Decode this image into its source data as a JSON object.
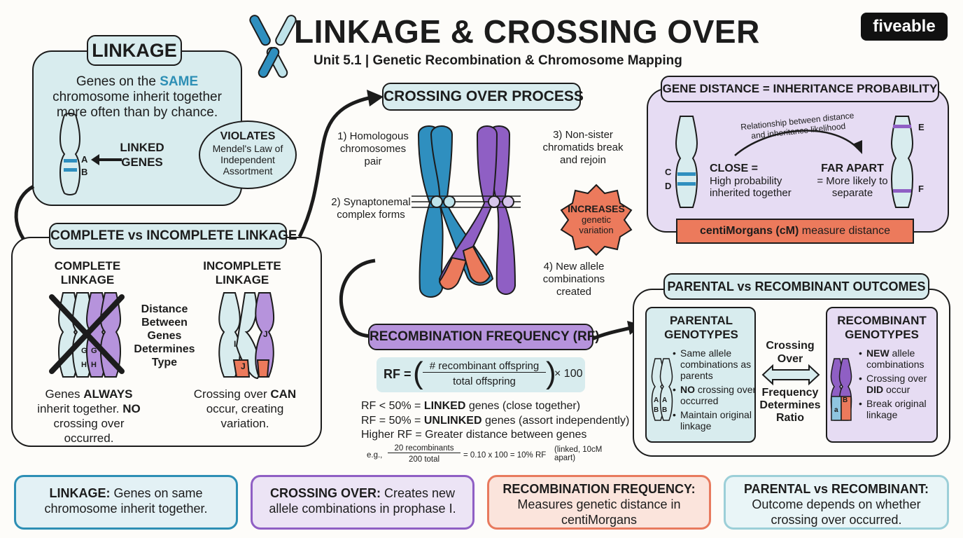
{
  "header": {
    "title": "LINKAGE & CROSSING OVER",
    "subtitle": "Unit 5.1 | Genetic Recombination & Chromosome Mapping",
    "brand": "fiveable"
  },
  "linkage": {
    "title": "LINKAGE",
    "text_before": "Genes on the ",
    "text_emph": "SAME",
    "text_after": " chromosome inherit together more often than by chance.",
    "gene_a": "A",
    "gene_b": "B",
    "linked_label": "LINKED GENES",
    "violates_title": "VIOLATES",
    "violates_text": "Mendel's Law of Independent Assortment"
  },
  "complete_incomplete": {
    "title": "COMPLETE vs INCOMPLETE LINKAGE",
    "complete_heading": "COMPLETE LINKAGE",
    "incomplete_heading": "INCOMPLETE LINKAGE",
    "middle_text": "Distance Between Genes Determines Type",
    "complete_genes": [
      "G",
      "H",
      "G",
      "H"
    ],
    "incomplete_genes": [
      "I",
      "J",
      "J"
    ],
    "complete_caption_1": "Genes ",
    "complete_caption_bold_1": "ALWAYS",
    "complete_caption_2": " inherit together. ",
    "complete_caption_bold_2": "NO",
    "complete_caption_3": " crossing over occurred.",
    "incomplete_caption_1": "Crossing over ",
    "incomplete_caption_bold": "CAN",
    "incomplete_caption_2": " occur, creating variation."
  },
  "crossing_over": {
    "title": "CROSSING OVER PROCESS",
    "step1": "1) Homologous chromosomes pair",
    "step2": "2) Synaptonemal complex forms",
    "step3": "3) Non-sister chromatids break and rejoin",
    "step4": "4) New allele combinations created",
    "badge_title": "INCREASES",
    "badge_text": "genetic variation"
  },
  "gene_distance": {
    "title": "GENE DISTANCE = INHERITANCE PROBABILITY",
    "arc_label": "Relationship between distance and inheritance likelihood",
    "close_title": "CLOSE =",
    "close_text": "High probability inherited together",
    "far_title": "FAR APART",
    "far_text": "= More likely to separate",
    "genes_left": [
      "C",
      "D"
    ],
    "genes_right": [
      "E",
      "F"
    ],
    "banner_bold": "centiMorgans (cM)",
    "banner_rest": " measure distance"
  },
  "rf": {
    "title": "RECOMBINATION FREQUENCY (RF)",
    "formula_lhs": "RF =",
    "formula_num": "# recombinant offspring",
    "formula_den": "total offspring",
    "formula_mult": "× 100",
    "line1_a": "RF < 50% = ",
    "line1_b": "LINKED",
    "line1_c": " genes (close together)",
    "line2_a": "RF = 50% = ",
    "line2_b": "UNLINKED",
    "line2_c": " genes (assort independently)",
    "line3": "Higher RF = Greater distance between genes",
    "eg_prefix": "e.g.,",
    "eg_num": "20 recombinants",
    "eg_den": "200 total",
    "eg_result": "= 0.10 x 100 = 10% RF",
    "eg_note": "(linked, 10cM apart)"
  },
  "outcomes": {
    "title": "PARENTAL vs RECOMBINANT OUTCOMES",
    "parental_title": "PARENTAL GENOTYPES",
    "parental_items": [
      {
        "bold": "",
        "text": "Same allele combinations as parents"
      },
      {
        "bold": "NO",
        "text": " crossing over occurred"
      },
      {
        "bold": "",
        "text": "Maintain original linkage"
      }
    ],
    "parental_genes": [
      "A",
      "B",
      "A",
      "B"
    ],
    "recombinant_title": "RECOMBINANT GENOTYPES",
    "recombinant_items": [
      {
        "bold": "NEW",
        "text": " allele combinations"
      },
      {
        "bold": "",
        "text": "Crossing over ",
        "bold2": "DID",
        "text2": " occur"
      },
      {
        "bold": "",
        "text": "Break original linkage"
      }
    ],
    "recombinant_genes": [
      "B",
      "a"
    ],
    "middle_top": "Crossing Over",
    "middle_bottom": "Frequency Determines Ratio"
  },
  "summary": [
    {
      "bold": "LINKAGE:",
      "text": " Genes on same chromosome inherit together.",
      "border": "#2d8fb5",
      "bg": "#e3f1f5"
    },
    {
      "bold": "CROSSING OVER:",
      "text": " Creates new allele combinations in prophase I.",
      "border": "#8f5fc4",
      "bg": "#ece4f5"
    },
    {
      "bold": "RECOMBINATION FREQUENCY:",
      "text": " Measures genetic distance in centiMorgans",
      "border": "#e87a5e",
      "bg": "#fbe4dc"
    },
    {
      "bold": "PARENTAL vs RECOMBINANT:",
      "text": " Outcome depends on whether crossing over occurred.",
      "border": "#9ccfd8",
      "bg": "#e9f5f7"
    }
  ],
  "colors": {
    "teal_light": "#d8ecee",
    "lavender": "#e6dcf3",
    "purple": "#8f5fc4",
    "blue": "#2f8fbf",
    "coral": "#ec7a5c"
  }
}
